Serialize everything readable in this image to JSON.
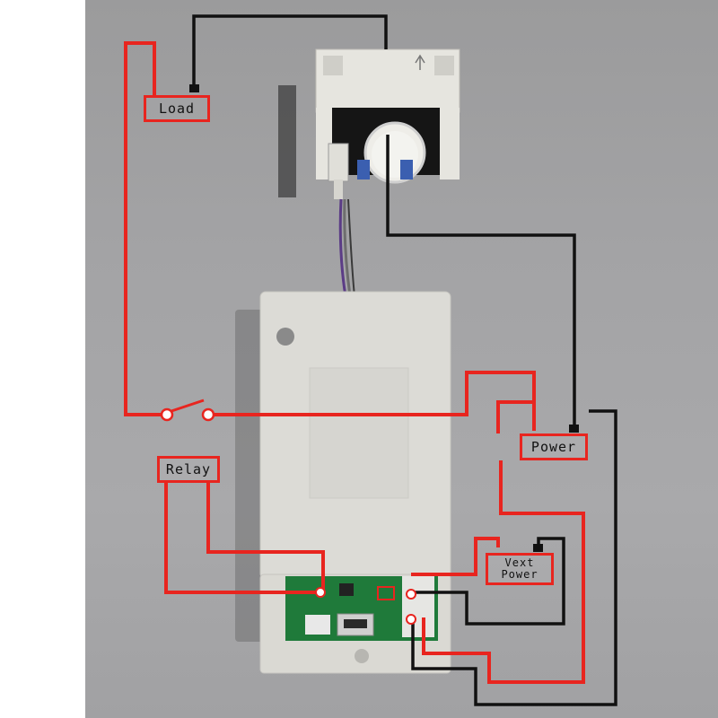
{
  "labels": {
    "load": "Load",
    "power": "Power",
    "relay": "Relay",
    "vext_line1": "Vext",
    "vext_line2": "Power"
  },
  "colors": {
    "wire_red": "#e8251f",
    "wire_black": "#111111",
    "background": "#a3a3a5",
    "enclosure": "#dcdbd6",
    "sensor": "#e4e3dd",
    "pcb": "#1f7a3a"
  },
  "icons": [
    "current-sensor",
    "relay-switch",
    "usb-port",
    "screw-terminal"
  ]
}
